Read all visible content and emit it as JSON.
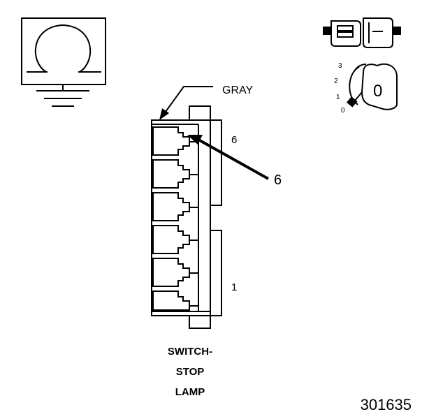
{
  "wire_color_label": "GRAY",
  "pin_top_label": "6",
  "pin_bottom_label": "1",
  "callout_label": "6",
  "connector_name_lines": [
    "SWITCH-",
    "STOP",
    "LAMP"
  ],
  "figure_number": "301635",
  "key_positions": [
    "3",
    "2",
    "1",
    "0"
  ],
  "key_head_label": "0",
  "icons": {
    "ground_symbol": "ohm-ground-icon",
    "connector_symbol": "inline-connector-icon",
    "ignition": "ignition-key-icon"
  }
}
